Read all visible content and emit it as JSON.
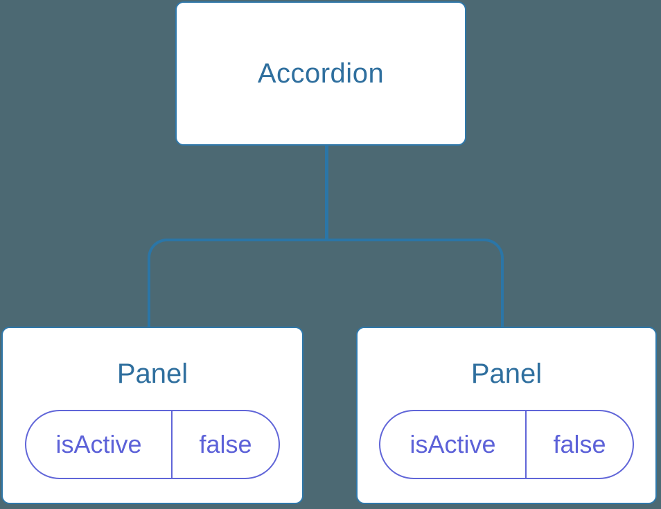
{
  "diagram": {
    "root_node": {
      "label": "Accordion"
    },
    "panel_nodes": [
      {
        "label": "Panel",
        "state": {
          "key": "isActive",
          "value": "false"
        }
      },
      {
        "label": "Panel",
        "state": {
          "key": "isActive",
          "value": "false"
        }
      }
    ],
    "colors": {
      "background": "#4c6973",
      "connector": "#2b76a7",
      "node_border": "#2f78aa",
      "node_bg": "#ffffff",
      "node_label": "#2f6f9e",
      "state_border": "#6065d8",
      "state_text": "#5c61d8"
    }
  }
}
